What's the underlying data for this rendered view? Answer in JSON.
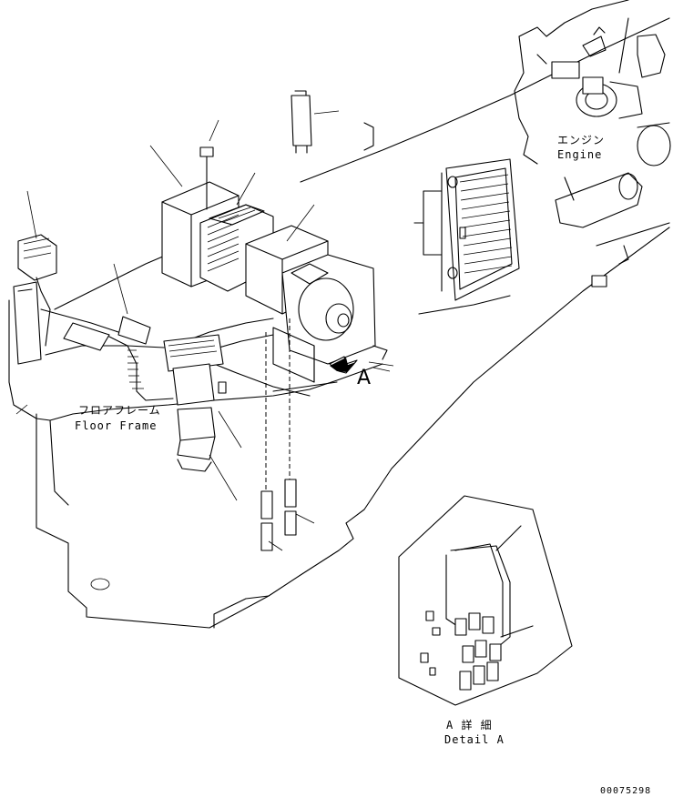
{
  "labels": {
    "engine_jp": "エンジン",
    "engine_en": "Engine",
    "floor_frame_jp": "フロアフレーム",
    "floor_frame_en": "Floor Frame",
    "detail_marker": "A",
    "detail_jp": "A 詳 細",
    "detail_en": "Detail A",
    "part_number": "00075298"
  }
}
